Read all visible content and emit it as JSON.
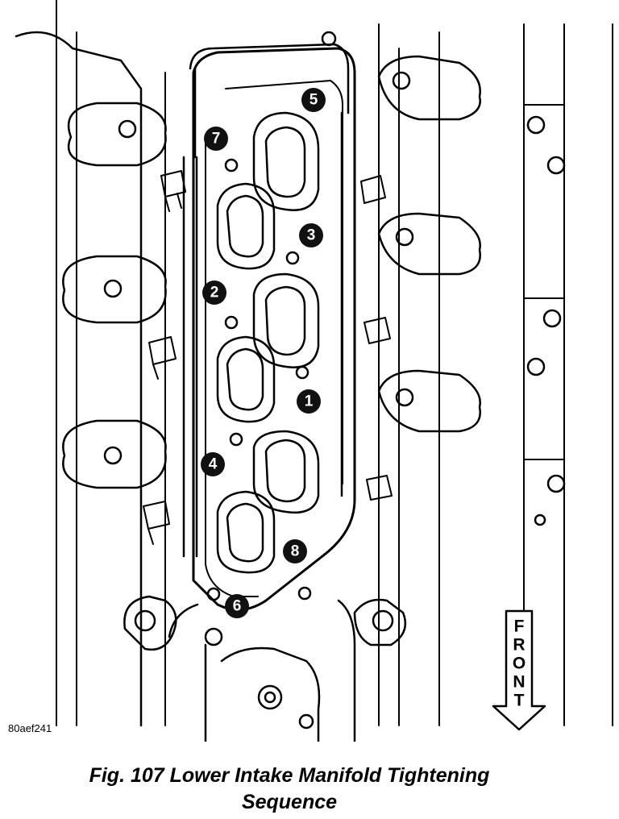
{
  "figure": {
    "id_code": "80aef241",
    "caption_line1": "Fig. 107 Lower Intake Manifold Tightening",
    "caption_line2": "Sequence",
    "direction_label": "FRONT",
    "direction_letters": [
      "F",
      "R",
      "O",
      "N",
      "T"
    ]
  },
  "bolts": [
    {
      "label": "1"
    },
    {
      "label": "2"
    },
    {
      "label": "3"
    },
    {
      "label": "4"
    },
    {
      "label": "5"
    },
    {
      "label": "6"
    },
    {
      "label": "7"
    },
    {
      "label": "8"
    }
  ],
  "colors": {
    "line": "#000000",
    "background": "#ffffff",
    "bolt_marker_fill": "#111111",
    "bolt_marker_text": "#ffffff"
  },
  "icons": {
    "direction": "down-arrow-icon"
  }
}
